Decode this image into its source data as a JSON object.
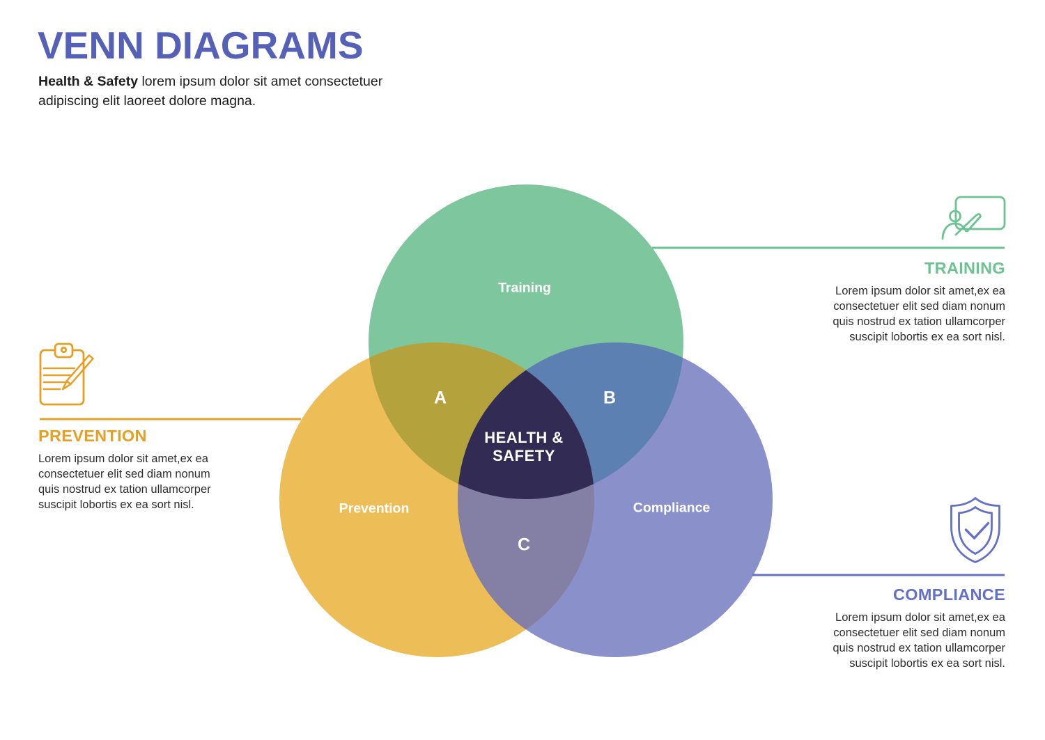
{
  "header": {
    "title": "VENN DIAGRAMS",
    "subtitle_bold": "Health & Safety",
    "subtitle_rest": " lorem ipsum dolor sit amet consectetuer adipiscing elit laoreet dolore magna."
  },
  "venn": {
    "labels": {
      "training": "Training",
      "prevention": "Prevention",
      "compliance": "Compliance",
      "intersection_a": "A",
      "intersection_b": "B",
      "intersection_c": "C",
      "center_line1": "HEALTH &",
      "center_line2": "SAFETY"
    }
  },
  "sections": [
    {
      "id": "prevention",
      "heading": "PREVENTION",
      "icon": "clipboard-pencil-icon",
      "body_lines": [
        "Lorem ipsum dolor sit amet,ex ea",
        "consectetuer elit sed diam nonum",
        "quis nostrud ex tation ullamcorper",
        "suscipit lobortis ex ea sort nisl."
      ]
    },
    {
      "id": "training",
      "heading": "TRAINING",
      "icon": "presentation-trainer-icon",
      "body_lines": [
        "Lorem ipsum dolor sit amet,ex ea",
        "consectetuer elit sed diam nonum",
        "quis nostrud ex tation ullamcorper",
        "suscipit lobortis ex ea sort nisl."
      ]
    },
    {
      "id": "compliance",
      "heading": "COMPLIANCE",
      "icon": "shield-check-icon",
      "body_lines": [
        "Lorem ipsum dolor sit amet,ex ea",
        "consectetuer elit sed diam nonum",
        "quis nostrud ex tation ullamcorper",
        "suscipit lobortis ex ea sort nisl."
      ]
    }
  ],
  "colors": {
    "title_text": "#5560B7",
    "body_text": "#2D2D2D",
    "label_text": "#FFFFFF",
    "circle_training": "#7EC69D",
    "circle_prevention": "#EDBE58",
    "circle_compliance": "#8A90C9",
    "overlap_a": "#B4A23C",
    "overlap_b": "#5D80B2",
    "overlap_c": "#847FA4",
    "overlap_center": "#322C55",
    "accent_training": "#6CC392",
    "accent_prevention": "#E4A024",
    "accent_compliance": "#6370C5"
  }
}
